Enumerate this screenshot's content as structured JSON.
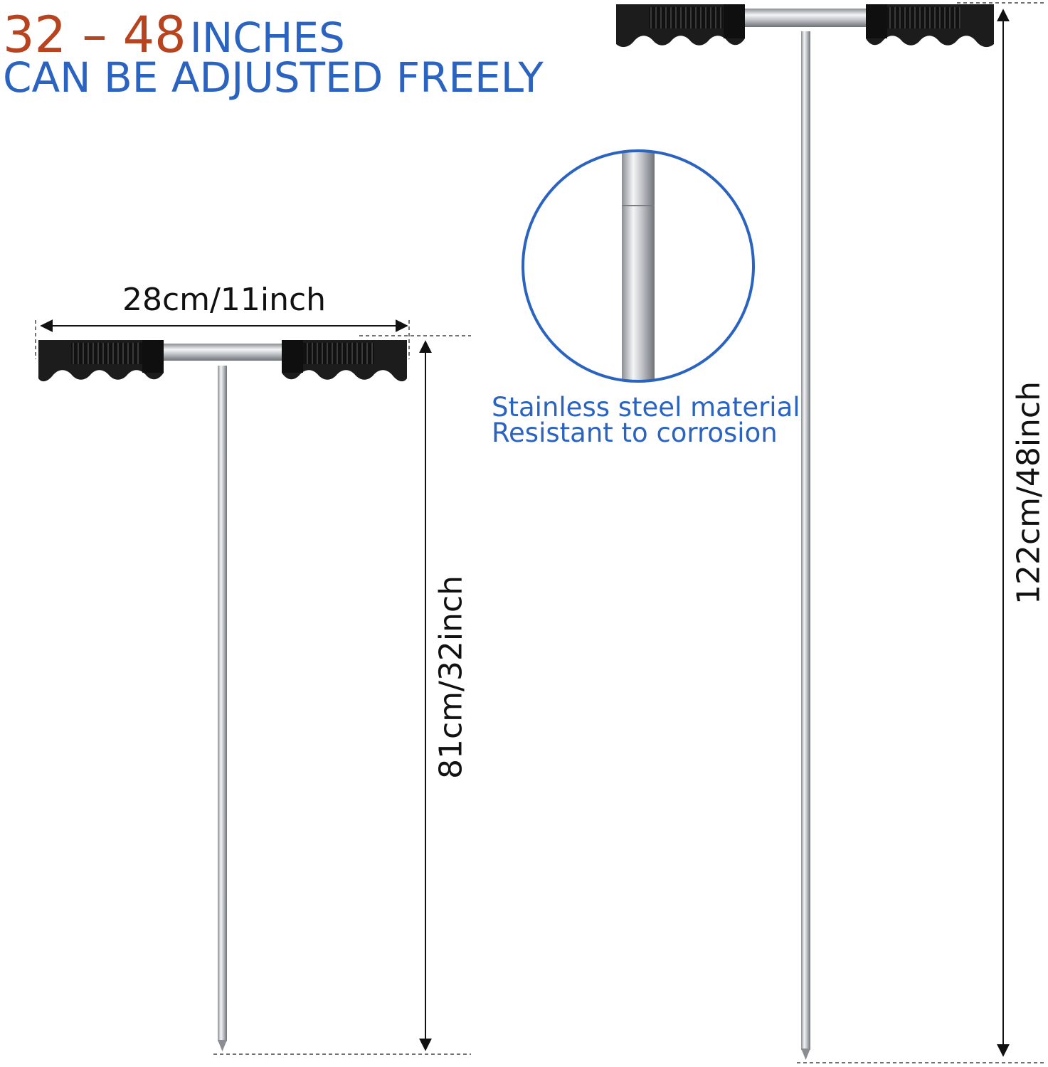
{
  "headline": {
    "range": "32 – 48",
    "unit": "INCHES",
    "subtitle": "CAN BE ADJUSTED FREELY",
    "range_color": "#b7431f",
    "accent_color": "#2a63c0"
  },
  "dimensions": {
    "handle_width": "28cm/11inch",
    "short_length": "81cm/32inch",
    "long_length": "122cm/48inch"
  },
  "features": [
    "Stainless steel material",
    "Resistant to corrosion"
  ],
  "icons": [
    "t-handle-probe-short",
    "t-handle-probe-long",
    "detail-magnifier-circle",
    "dimension-arrow"
  ],
  "colors": {
    "handle": "#1c1c1c",
    "steel": "#c9ccd0",
    "circle": "#2a63c0"
  }
}
